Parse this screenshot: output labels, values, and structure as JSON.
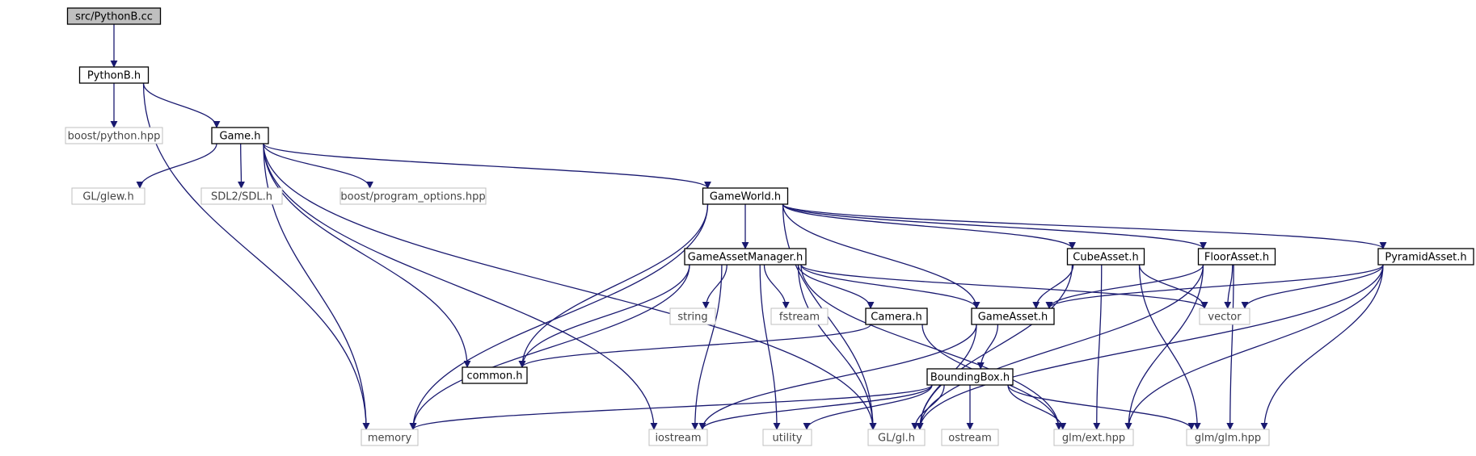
{
  "colors": {
    "edge": "#191970",
    "node_border_project": "#000000",
    "node_border_external": "#bfbfbf",
    "node_fill_root": "#bfbfbf",
    "node_fill": "#ffffff",
    "text_project": "#000000",
    "text_external": "#444444"
  },
  "nodes": {
    "src_pythonb_cc": {
      "label": "src/PythonB.cc",
      "kind": "root"
    },
    "pythonb_h": {
      "label": "PythonB.h",
      "kind": "project"
    },
    "boost_python_hpp": {
      "label": "boost/python.hpp",
      "kind": "external"
    },
    "game_h": {
      "label": "Game.h",
      "kind": "project"
    },
    "memory": {
      "label": "memory",
      "kind": "external"
    },
    "gl_glew_h": {
      "label": "GL/glew.h",
      "kind": "external"
    },
    "sdl2_sdl_h": {
      "label": "SDL2/SDL.h",
      "kind": "external"
    },
    "boost_program_options_hpp": {
      "label": "boost/program_options.hpp",
      "kind": "external"
    },
    "gameworld_h": {
      "label": "GameWorld.h",
      "kind": "project"
    },
    "common_h": {
      "label": "common.h",
      "kind": "project"
    },
    "gl_gl_h": {
      "label": "GL/gl.h",
      "kind": "external"
    },
    "iostream": {
      "label": "iostream",
      "kind": "external"
    },
    "gameassetmanager_h": {
      "label": "GameAssetManager.h",
      "kind": "project"
    },
    "cubeasset_h": {
      "label": "CubeAsset.h",
      "kind": "project"
    },
    "floorasset_h": {
      "label": "FloorAsset.h",
      "kind": "project"
    },
    "pyramidasset_h": {
      "label": "PyramidAsset.h",
      "kind": "project"
    },
    "gameasset_h": {
      "label": "GameAsset.h",
      "kind": "project"
    },
    "string": {
      "label": "string",
      "kind": "external"
    },
    "fstream": {
      "label": "fstream",
      "kind": "external"
    },
    "camera_h": {
      "label": "Camera.h",
      "kind": "project"
    },
    "utility": {
      "label": "utility",
      "kind": "external"
    },
    "glm_ext_hpp": {
      "label": "glm/ext.hpp",
      "kind": "external"
    },
    "vector": {
      "label": "vector",
      "kind": "external"
    },
    "boundingbox_h": {
      "label": "BoundingBox.h",
      "kind": "project"
    },
    "ostream": {
      "label": "ostream",
      "kind": "external"
    },
    "glm_glm_hpp": {
      "label": "glm/glm.hpp",
      "kind": "external"
    }
  },
  "edges": [
    [
      "src_pythonb_cc",
      "pythonb_h"
    ],
    [
      "pythonb_h",
      "boost_python_hpp"
    ],
    [
      "pythonb_h",
      "game_h"
    ],
    [
      "pythonb_h",
      "memory"
    ],
    [
      "game_h",
      "memory"
    ],
    [
      "game_h",
      "gl_glew_h"
    ],
    [
      "game_h",
      "sdl2_sdl_h"
    ],
    [
      "game_h",
      "boost_program_options_hpp"
    ],
    [
      "game_h",
      "gameworld_h"
    ],
    [
      "game_h",
      "common_h"
    ],
    [
      "game_h",
      "gl_gl_h"
    ],
    [
      "game_h",
      "iostream"
    ],
    [
      "gameworld_h",
      "memory"
    ],
    [
      "gameworld_h",
      "gl_gl_h"
    ],
    [
      "gameworld_h",
      "common_h"
    ],
    [
      "gameworld_h",
      "gameassetmanager_h"
    ],
    [
      "gameworld_h",
      "gameasset_h"
    ],
    [
      "gameworld_h",
      "cubeasset_h"
    ],
    [
      "gameworld_h",
      "floorasset_h"
    ],
    [
      "gameworld_h",
      "pyramidasset_h"
    ],
    [
      "gameassetmanager_h",
      "memory"
    ],
    [
      "gameassetmanager_h",
      "common_h"
    ],
    [
      "gameassetmanager_h",
      "iostream"
    ],
    [
      "gameassetmanager_h",
      "gl_gl_h"
    ],
    [
      "gameassetmanager_h",
      "string"
    ],
    [
      "gameassetmanager_h",
      "utility"
    ],
    [
      "gameassetmanager_h",
      "fstream"
    ],
    [
      "gameassetmanager_h",
      "camera_h"
    ],
    [
      "gameassetmanager_h",
      "gameasset_h"
    ],
    [
      "gameassetmanager_h",
      "glm_ext_hpp"
    ],
    [
      "gameassetmanager_h",
      "vector"
    ],
    [
      "cubeasset_h",
      "gameasset_h"
    ],
    [
      "cubeasset_h",
      "vector"
    ],
    [
      "cubeasset_h",
      "gl_gl_h"
    ],
    [
      "cubeasset_h",
      "glm_ext_hpp"
    ],
    [
      "cubeasset_h",
      "glm_glm_hpp"
    ],
    [
      "floorasset_h",
      "gameasset_h"
    ],
    [
      "floorasset_h",
      "vector"
    ],
    [
      "floorasset_h",
      "gl_gl_h"
    ],
    [
      "floorasset_h",
      "glm_ext_hpp"
    ],
    [
      "floorasset_h",
      "glm_glm_hpp"
    ],
    [
      "pyramidasset_h",
      "gameasset_h"
    ],
    [
      "pyramidasset_h",
      "vector"
    ],
    [
      "pyramidasset_h",
      "gl_gl_h"
    ],
    [
      "pyramidasset_h",
      "glm_ext_hpp"
    ],
    [
      "pyramidasset_h",
      "glm_glm_hpp"
    ],
    [
      "camera_h",
      "common_h"
    ],
    [
      "camera_h",
      "glm_ext_hpp"
    ],
    [
      "gameasset_h",
      "boundingbox_h"
    ],
    [
      "gameasset_h",
      "iostream"
    ],
    [
      "gameasset_h",
      "gl_gl_h"
    ],
    [
      "boundingbox_h",
      "memory"
    ],
    [
      "boundingbox_h",
      "iostream"
    ],
    [
      "boundingbox_h",
      "utility"
    ],
    [
      "boundingbox_h",
      "gl_gl_h"
    ],
    [
      "boundingbox_h",
      "ostream"
    ],
    [
      "boundingbox_h",
      "glm_ext_hpp"
    ],
    [
      "boundingbox_h",
      "glm_glm_hpp"
    ]
  ]
}
